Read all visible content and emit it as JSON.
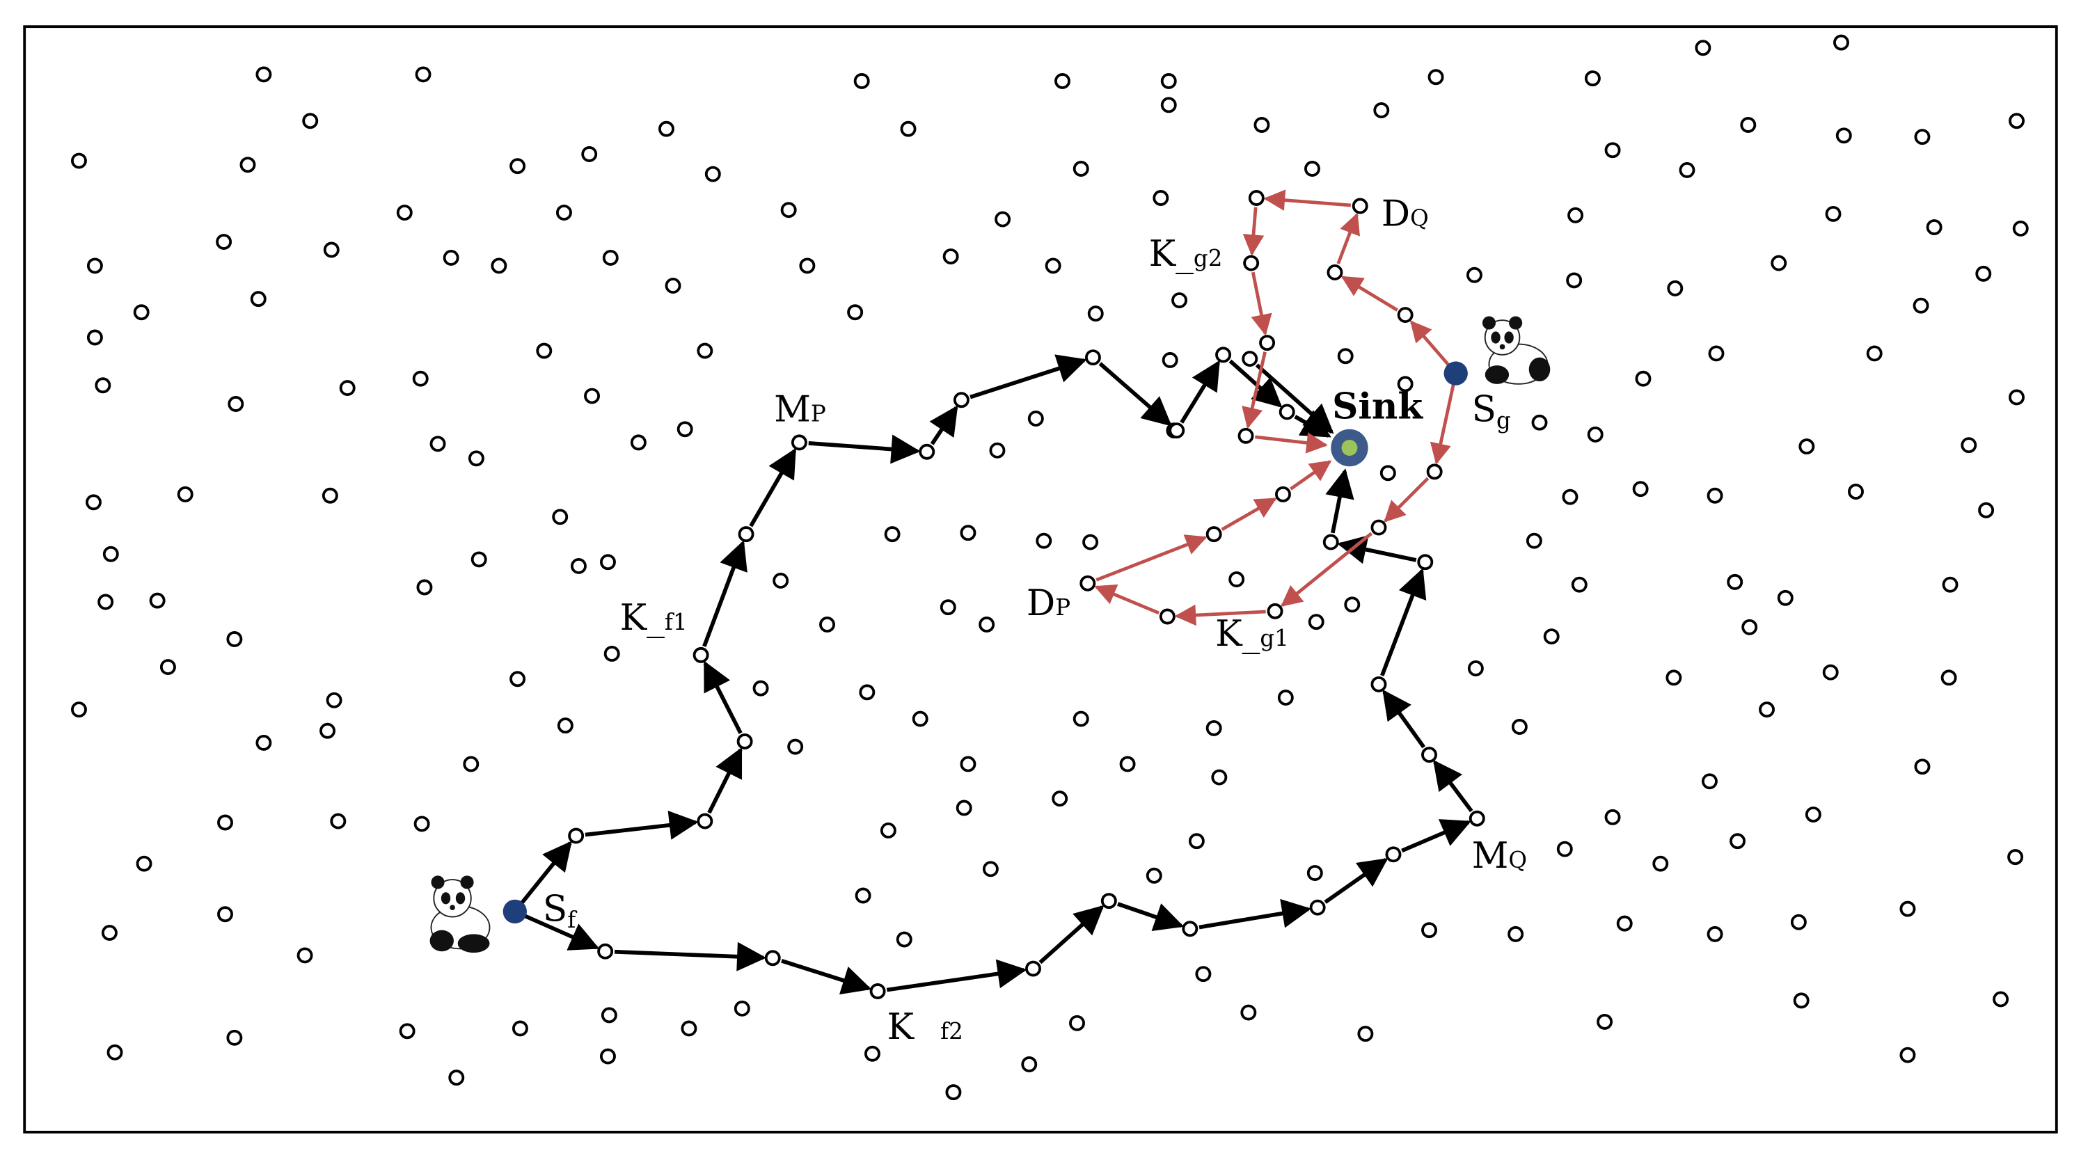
{
  "sink": {
    "label": "Sink",
    "outer_color": "#3d5a8a",
    "inner_color": "#9cc45a"
  },
  "labels": {
    "sf_main": "S",
    "sf_sub": "f",
    "sg_main": "S",
    "sg_sub": "g",
    "mp_main": "M",
    "mp_sub": "P",
    "mq_main": "M",
    "mq_sub": "Q",
    "dp_main": "D",
    "dp_sub": "P",
    "dq_main": "D",
    "dq_sub": "Q",
    "kf1_main": "K_",
    "kf1_sub": "f1",
    "kf2_main": "K",
    "kf2_sub": "f2",
    "kg1_main": "K_",
    "kg1_sub": "g1",
    "kg2_main": "K_",
    "kg2_sub": "g2"
  },
  "colors": {
    "source_node": "#1f3f7a",
    "path_black": "#000000",
    "path_red": "#c0504d",
    "node_stroke": "#000000"
  },
  "icons": [
    "panda-icon-left",
    "panda-icon-right"
  ]
}
